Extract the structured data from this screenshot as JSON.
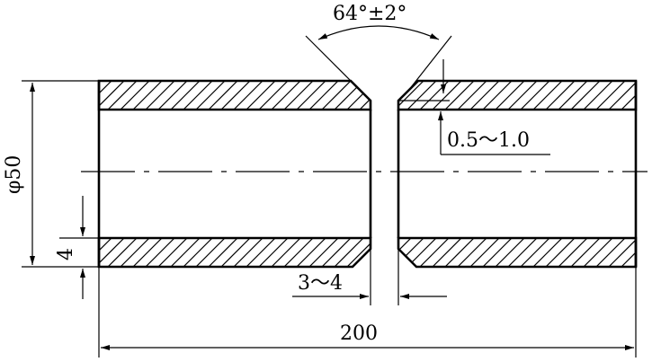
{
  "diagram": {
    "angle_label": "64°±2°",
    "root_face_label": "0.5～1.0",
    "diameter_label": "φ50",
    "wall_label": "4",
    "gap_label": "3～4",
    "length_label": "200"
  }
}
